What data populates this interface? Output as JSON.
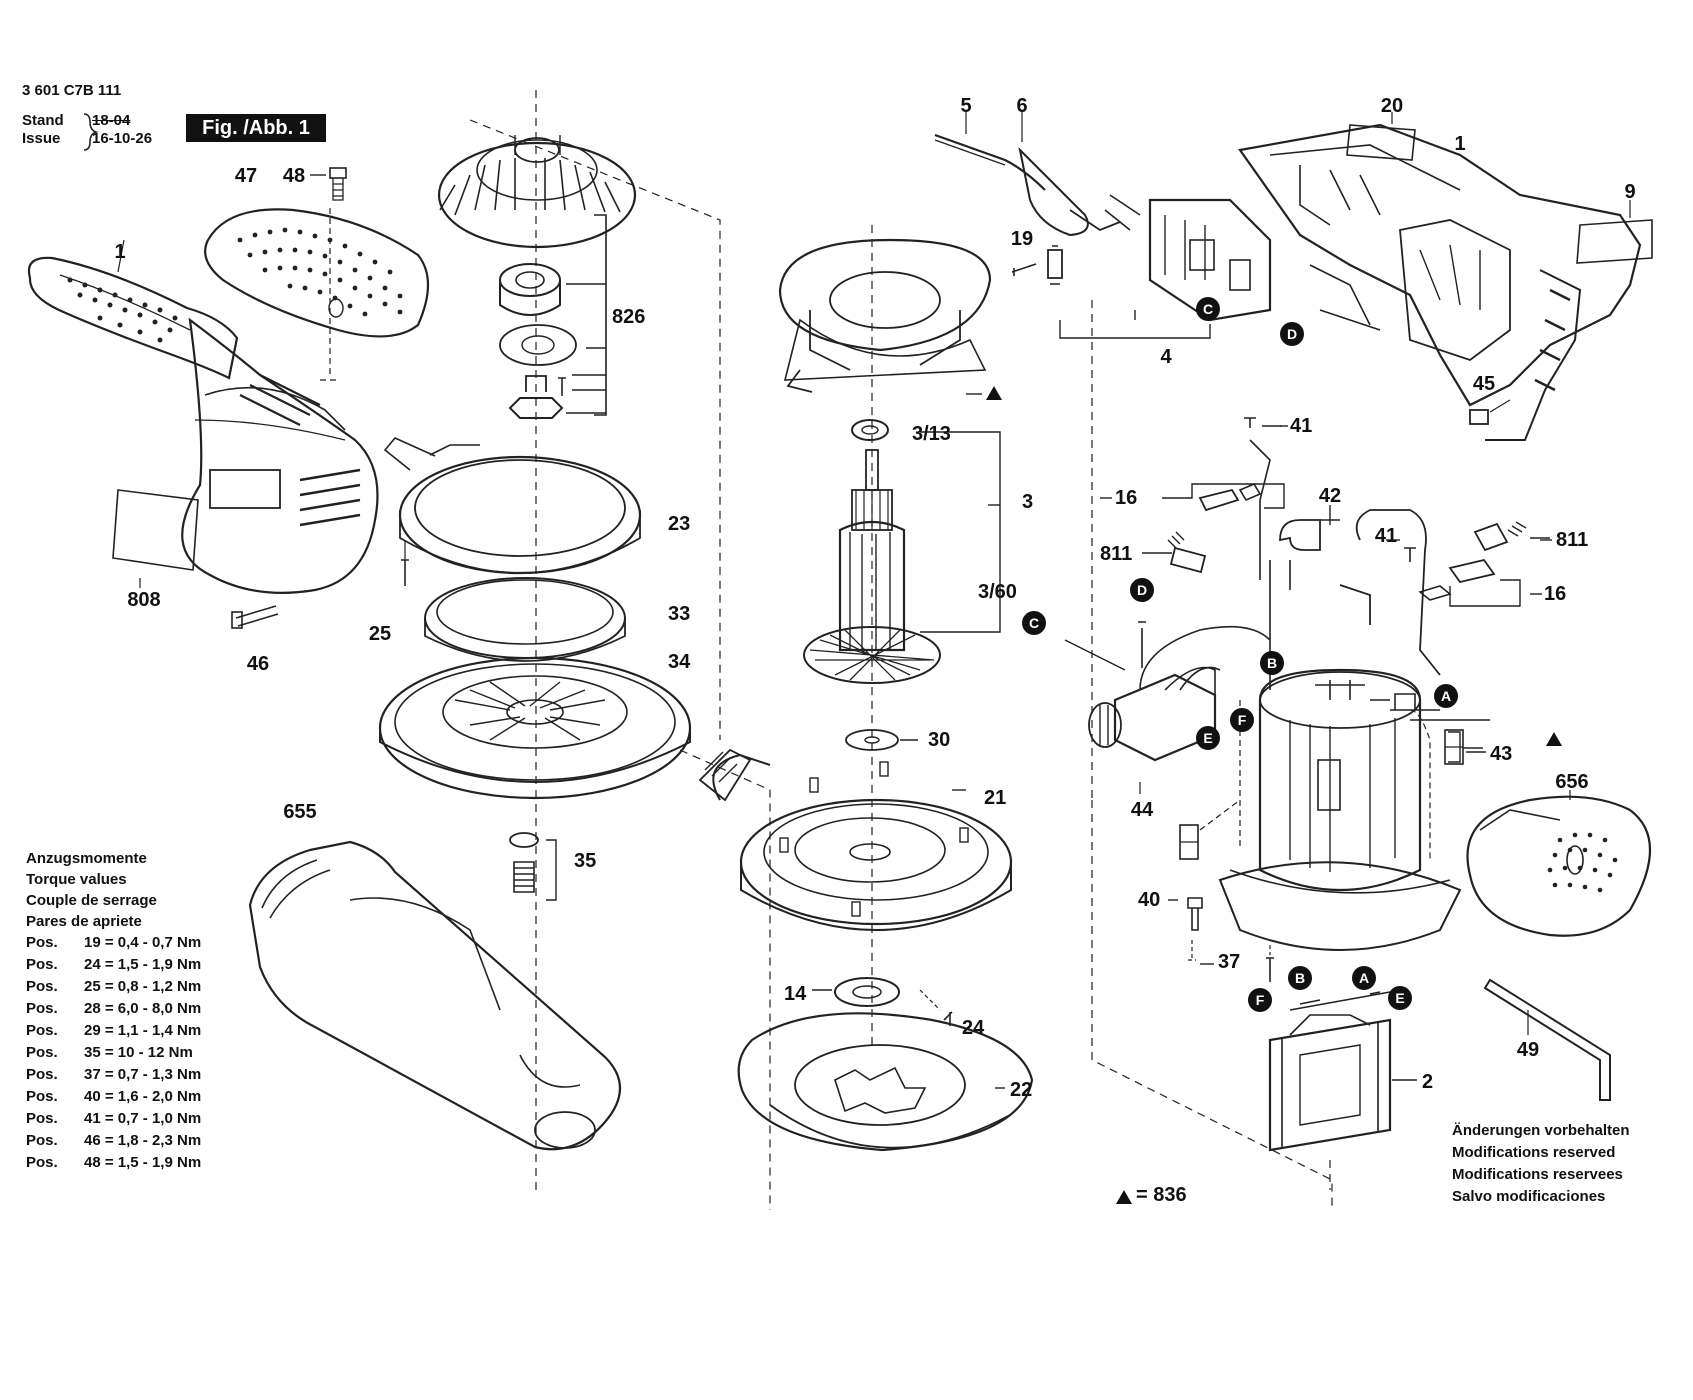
{
  "header": {
    "part_number": "3 601 C7B 111",
    "stand_label": "Stand",
    "issue_label": "Issue",
    "stand_value": "18-04",
    "issue_value": "16-10-26",
    "figure_badge": "Fig. /Abb. 1"
  },
  "torque": {
    "titles": [
      "Anzugsmomente",
      "Torque values",
      "Couple de serrage",
      "Pares de apriete"
    ],
    "rows": [
      {
        "pos": "Pos.",
        "value": "19 = 0,4 - 0,7 Nm"
      },
      {
        "pos": "Pos.",
        "value": "24 = 1,5 - 1,9 Nm"
      },
      {
        "pos": "Pos.",
        "value": "25 = 0,8 - 1,2 Nm"
      },
      {
        "pos": "Pos.",
        "value": "28 = 6,0 - 8,0 Nm"
      },
      {
        "pos": "Pos.",
        "value": "29 = 1,1 - 1,4 Nm"
      },
      {
        "pos": "Pos.",
        "value": "35 = 10 - 12 Nm"
      },
      {
        "pos": "Pos.",
        "value": "37 = 0,7 - 1,3 Nm"
      },
      {
        "pos": "Pos.",
        "value": "40 = 1,6 - 2,0 Nm"
      },
      {
        "pos": "Pos.",
        "value": "41 = 0,7 - 1,0 Nm"
      },
      {
        "pos": "Pos.",
        "value": "46 = 1,8 - 2,3 Nm"
      },
      {
        "pos": "Pos.",
        "value": "48 = 1,5 - 1,9 Nm"
      }
    ]
  },
  "modifications": [
    "Änderungen vorbehalten",
    "Modifications reserved",
    "Modifications reservees",
    "Salvo modificaciones"
  ],
  "legend_836": "= 836",
  "callouts": {
    "c1": "1",
    "c47": "47",
    "c48": "48",
    "c808": "808",
    "c46": "46",
    "c25": "25",
    "c826": "826",
    "c23": "23",
    "c33": "33",
    "c34": "34",
    "c35": "35",
    "c655": "655",
    "c3_13": "3/13",
    "c3": "3",
    "c3_60": "3/60",
    "c30": "30",
    "c21": "21",
    "c14": "14",
    "c24": "24",
    "c22": "22",
    "c5": "5",
    "c6": "6",
    "c19": "19",
    "c4": "4",
    "c20": "20",
    "c1b": "1",
    "c9": "9",
    "c45": "45",
    "c41a": "41",
    "c42": "42",
    "c16a": "16",
    "c811a": "811",
    "c41b": "41",
    "c811b": "811",
    "c16b": "16",
    "c43": "43",
    "c44": "44",
    "c656": "656",
    "c40": "40",
    "c37": "37",
    "c2": "2",
    "c49": "49"
  },
  "markers": {
    "C_top": "C",
    "D_top": "D",
    "D_mid": "D",
    "C_mid": "C",
    "B_mid": "B",
    "A_mid": "A",
    "E_mid": "E",
    "F_mid": "F",
    "F_bot": "F",
    "B_bot": "B",
    "A_bot": "A",
    "E_bot": "E"
  }
}
